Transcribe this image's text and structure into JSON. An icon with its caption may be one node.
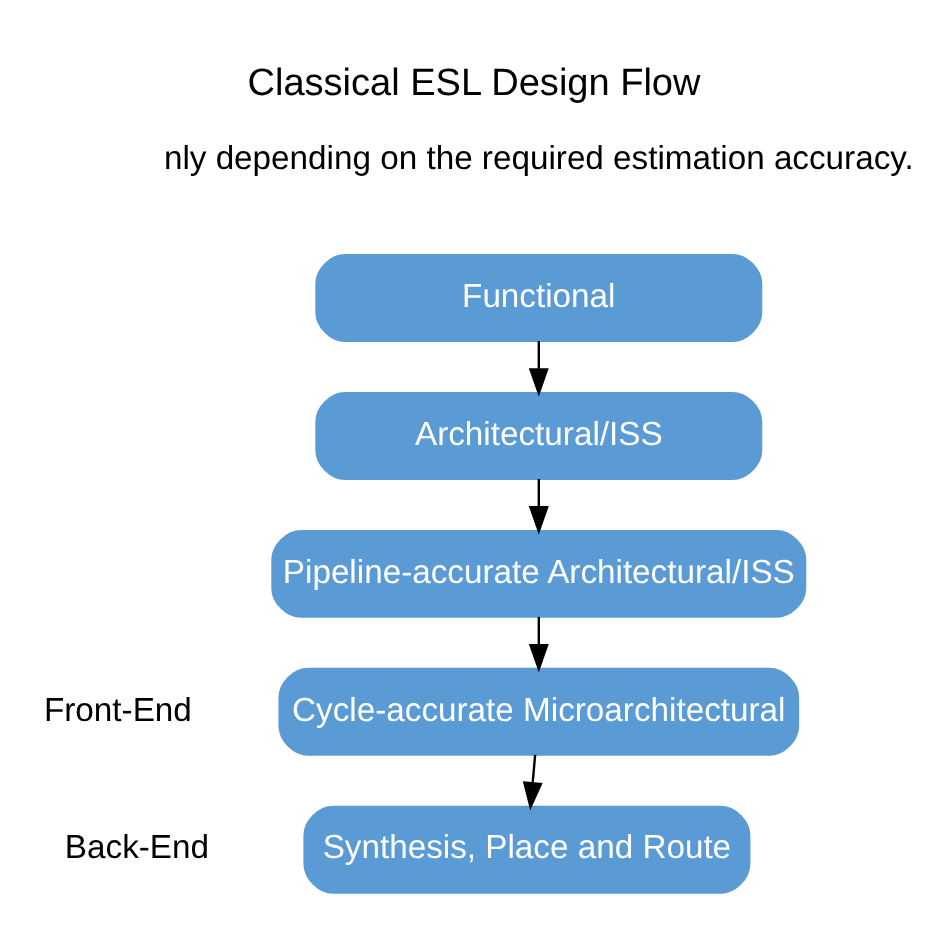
{
  "diagram": {
    "title": "Classical ESL Design Flow",
    "nodes": [
      {
        "text": [
          "Functional"
        ]
      },
      {
        "text": [
          "Architectural/ISS"
        ]
      },
      {
        "text": [
          "Pipeline-accurate Architectural/ISS"
        ]
      },
      {
        "text": [
          "Cycle-accurate Microarchitectural"
        ]
      },
      {
        "text": [
          "Synthesis, Place and Route"
        ]
      }
    ],
    "edges": [
      {
        "from": 0,
        "to": 1,
        "arrow": "to"
      },
      {
        "from": 1,
        "to": 2,
        "arrow": "to"
      },
      {
        "from": 2,
        "to": 3,
        "arrow": "to"
      },
      {
        "from": 3,
        "to": 4,
        "arrow": "to"
      }
    ],
    "labels": [
      "nly depending on the required estimation accuracy.",
      "Front-End",
      "Back-End"
    ]
  }
}
